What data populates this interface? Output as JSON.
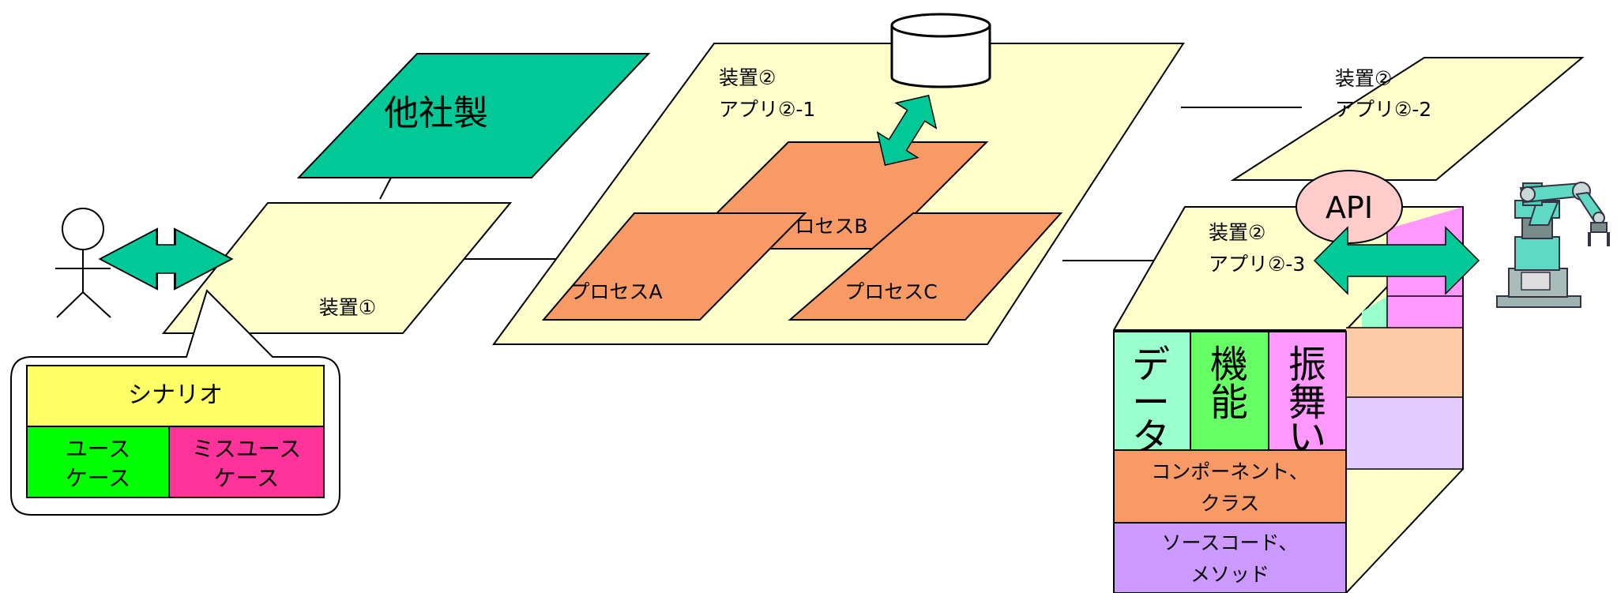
{
  "labels": {
    "other_company": "他社製",
    "device1": "装置①",
    "device2_app1_line1": "装置②",
    "device2_app1_line2": "アプリ②-1",
    "device2_app2_line1": "装置②",
    "device2_app2_line2": "アプリ②-2",
    "device2_app3_line1": "装置②",
    "device2_app3_line2": "アプリ②-3",
    "process_a": "プロセスA",
    "process_b": "プロセスB",
    "process_c": "プロセスC",
    "api": "API"
  },
  "scenario": {
    "title": "シナリオ",
    "usecase_line1": "ユース",
    "usecase_line2": "ケース",
    "misusecase_line1": "ミスユース",
    "misusecase_line2": "ケース"
  },
  "layers": {
    "data_c1": "デ",
    "data_c2": "ー",
    "data_c3": "タ",
    "function_c1": "機",
    "function_c2": "能",
    "behavior_c1": "振",
    "behavior_c2": "舞",
    "behavior_c3": "い",
    "component_line1": "コンポーネント、",
    "component_line2": "クラス",
    "source_line1": "ソースコード、",
    "source_line2": "メソッド"
  },
  "colors": {
    "plane_yellow": "#ffffcc",
    "other_company_green": "#00c896",
    "process_orange": "#f79a66",
    "arrow_green": "#00c896",
    "api_pink": "#ffcccc",
    "scenario_yellow": "#ffff66",
    "usecase_green": "#00ff00",
    "misusecase_pink": "#ff3399",
    "data_mint": "#99ffcc",
    "function_green": "#66ff66",
    "behavior_pink": "#ff99ff",
    "component_orange": "#f79a66",
    "source_purple": "#cc99ff"
  },
  "icons": [
    "person-icon",
    "robot-arm-icon",
    "database-icon",
    "double-arrow-icon"
  ]
}
